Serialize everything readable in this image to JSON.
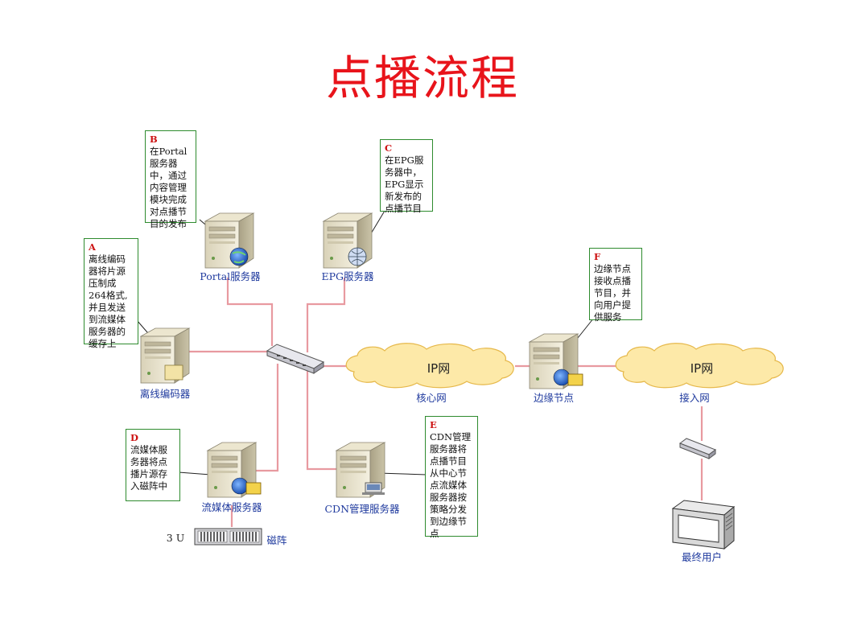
{
  "title": "点播流程",
  "notes": {
    "A": {
      "tag": "A",
      "text": "离线编码器将片源压制成264格式, 并且发送到流媒体服务器的缓存上"
    },
    "B": {
      "tag": "B",
      "text": "在Portal服务器中，通过内容管理模块完成对点播节目的发布"
    },
    "C": {
      "tag": "C",
      "text": "在EPG服务器中，EPG显示新发布的点播节目"
    },
    "D": {
      "tag": "D",
      "text": "流媒体服务器将点播片源存入磁阵中"
    },
    "E": {
      "tag": "E",
      "text": "CDN管理服务器将点播节目从中心节点流媒体服务器按策略分发到边缘节点"
    },
    "F": {
      "tag": "F",
      "text": "边缘节点接收点播节目，并向用户提供服务"
    }
  },
  "labels": {
    "portal": "Portal服务器",
    "epg": "EPG服务器",
    "encoder": "离线编码器",
    "stream": "流媒体服务器",
    "cdn": "CDN管理服务器",
    "edge": "边缘节点",
    "core": "核心网",
    "access": "接入网",
    "user": "最终用户",
    "disk": "磁阵",
    "disk_u": "3 U"
  },
  "clouds": {
    "core": "IP网",
    "access": "IP网"
  },
  "colors": {
    "title": "#e8141b",
    "link": "#e89aa0",
    "note_border": "#2e8b2e",
    "label": "#1f3a9e",
    "cloud": "#fde9a8"
  }
}
